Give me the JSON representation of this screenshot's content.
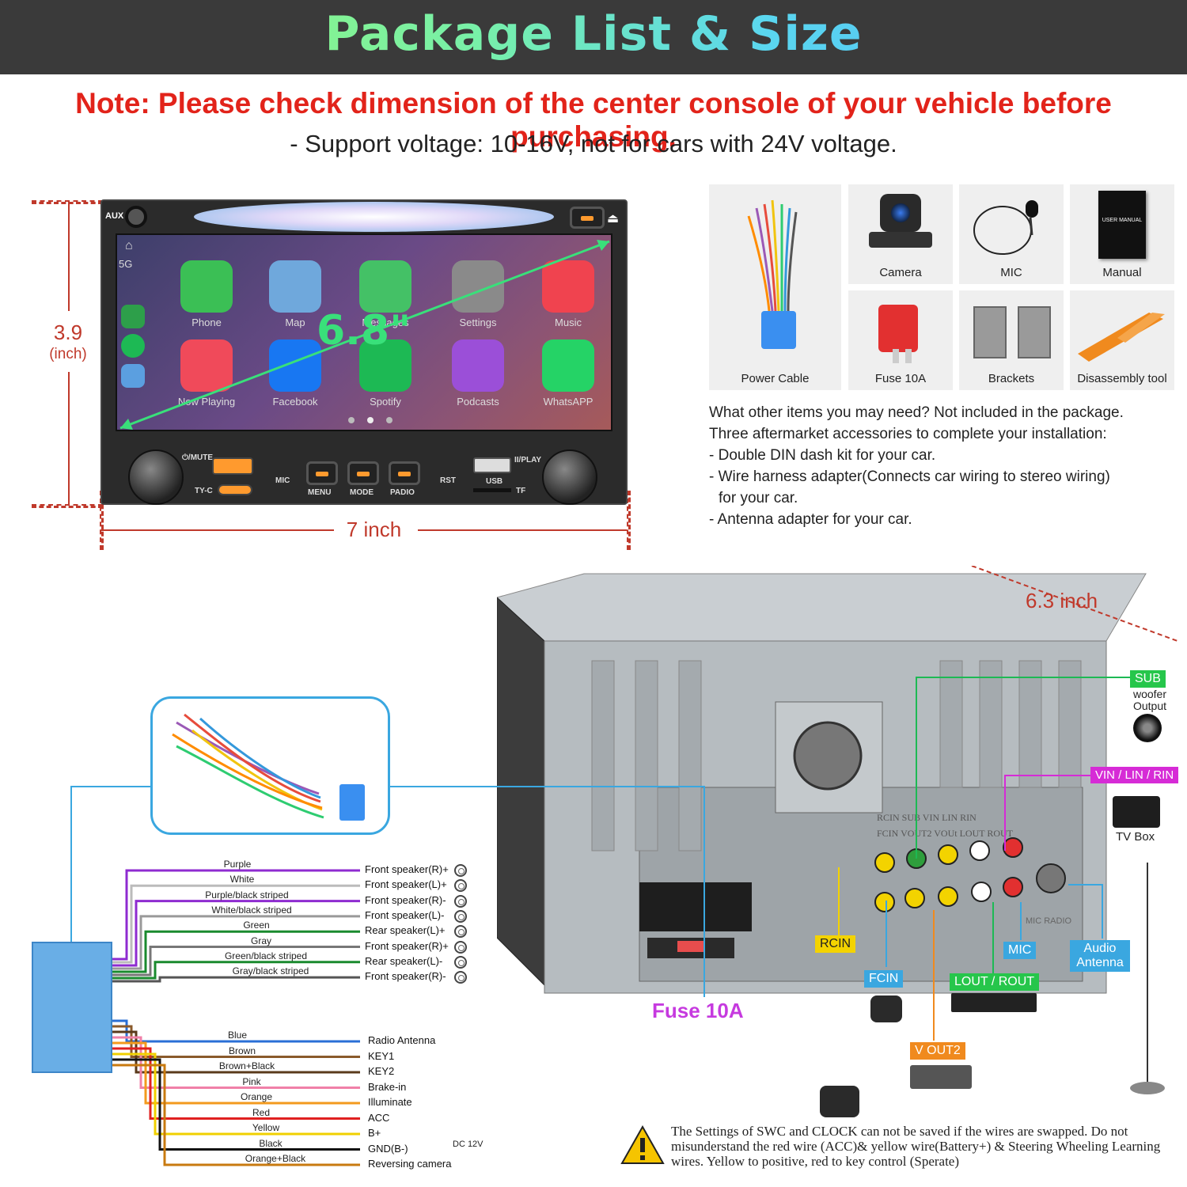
{
  "header": {
    "title": "Package List & Size"
  },
  "note": "Note: Please check dimension of the center console of your vehicle before purchasing.",
  "voltage": "- Support voltage: 10-16V, not for cars with 24V voltage.",
  "radio": {
    "height_value": "3.9",
    "height_unit": "(inch)",
    "width_label": "7 inch",
    "screen_size": "6.8\"",
    "aux": "AUX",
    "signal": "5G",
    "apps": [
      "Phone",
      "Map",
      "Messages",
      "Settings",
      "Music",
      "Now Playing",
      "Facebook",
      "Spotify",
      "Podcasts",
      "WhatsAPP"
    ],
    "buttons": [
      "MENU",
      "MODE",
      "PADIO"
    ],
    "labels": {
      "mute": "⏻/MUTE",
      "tyc": "TY-C",
      "mic": "MIC",
      "rst": "RST",
      "usb": "USB",
      "tf": "TF",
      "play": "II/PLAY"
    }
  },
  "package_items": [
    {
      "label": "Power Cable"
    },
    {
      "label": "Camera"
    },
    {
      "label": "MIC"
    },
    {
      "label": "Manual",
      "manual_title": "USER MANUAL"
    },
    {
      "label": "Fuse 10A"
    },
    {
      "label": "Brackets"
    },
    {
      "label": "Disassembly tool"
    }
  ],
  "needs": {
    "lines": [
      "What other items you may need? Not included in the package.",
      "Three aftermarket accessories to complete your installation:",
      "- Double DIN dash kit for your car.",
      "- Wire harness adapter(Connects car wiring to stereo wiring)",
      "  for your car.",
      "- Antenna adapter for your car."
    ]
  },
  "back_unit": {
    "depth_label": "6.3 inch",
    "fuse_label": "Fuse 10A",
    "port_text_top": "RCIN  SUB  VIN  LIN  RIN",
    "port_text_bottom": "FCIN VOUT2 VOUt LOUT ROUT",
    "mic_radio_text": "MIC  RADIO",
    "callouts": {
      "sub": "SUB",
      "sub_desc": "woofer Output",
      "vin": "VIN / LIN / RIN",
      "tv_box": "TV Box",
      "rcin": "RCIN",
      "fcin": "FCIN",
      "mic": "MIC",
      "lout": "LOUT / ROUT",
      "audio_antenna": "Audio Antenna",
      "vout2": "V OUT2"
    }
  },
  "wires_top": [
    {
      "name": "Purple",
      "func": "Front speaker(R)+",
      "color": "#8e2bd0"
    },
    {
      "name": "White",
      "func": "Front speaker(L)+",
      "color": "#bbbbbb"
    },
    {
      "name": "Purple/black striped",
      "func": "Front speaker(R)-",
      "color": "#8e2bd0"
    },
    {
      "name": "White/black striped",
      "func": "Front speaker(L)-",
      "color": "#999999"
    },
    {
      "name": "Green",
      "func": "Rear speaker(L)+",
      "color": "#1a8a2e"
    },
    {
      "name": "Gray",
      "func": "Front speaker(R)+",
      "color": "#777777"
    },
    {
      "name": "Green/black striped",
      "func": "Rear speaker(L)-",
      "color": "#1a8a2e"
    },
    {
      "name": "Gray/black striped",
      "func": "Front speaker(R)-",
      "color": "#555555"
    }
  ],
  "wires_bottom": [
    {
      "name": "Blue",
      "func": "Radio Antenna",
      "color": "#2a6fd6"
    },
    {
      "name": "Brown",
      "func": "KEY1",
      "color": "#8a5a2b"
    },
    {
      "name": "Brown+Black",
      "func": "KEY2",
      "color": "#5a3a1b"
    },
    {
      "name": "Pink",
      "func": "Brake-in",
      "color": "#f080a8"
    },
    {
      "name": "Orange",
      "func": "Illuminate",
      "color": "#f39a1e"
    },
    {
      "name": "Red",
      "func": "ACC",
      "color": "#e02020"
    },
    {
      "name": "Yellow",
      "func": "B+",
      "color": "#f0d000"
    },
    {
      "name": "Black",
      "func": "GND(B-)",
      "color": "#111111"
    },
    {
      "name": "Orange+Black",
      "func": "Reversing camera",
      "color": "#c87a10"
    }
  ],
  "dc_label": "DC 12V",
  "warning": "The Settings of SWC and CLOCK can not be saved if the wires are swapped. Do not misunderstand the red wire (ACC)& yellow wire(Battery+) & Steering Wheeling Learning wires. Yellow to positive, red to key control (Sperate)"
}
